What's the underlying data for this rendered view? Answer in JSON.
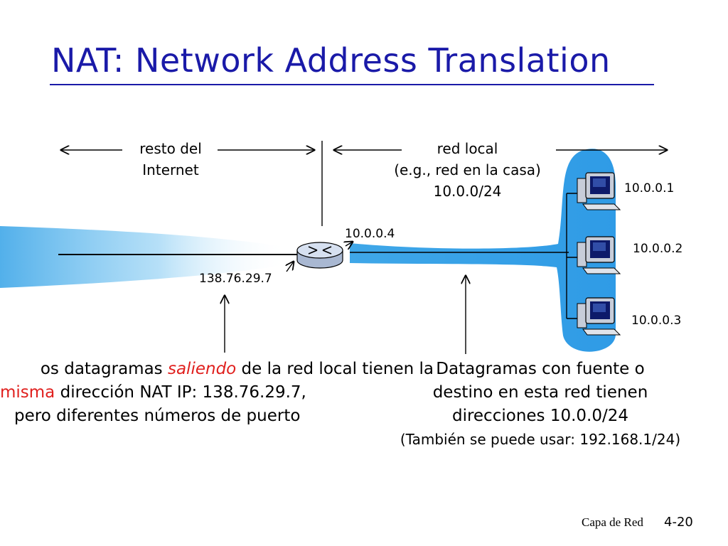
{
  "title": "NAT: Network Address Translation",
  "labels": {
    "rest_of_internet_line1": "resto del",
    "rest_of_internet_line2": "Internet",
    "local_net_line1": "red local",
    "local_net_line2": "(e.g., red en la casa)",
    "local_net_line3": "10.0.0/24"
  },
  "addresses": {
    "router_inside": "10.0.0.4",
    "router_outside": "138.76.29.7",
    "host1": "10.0.0.1",
    "host2": "10.0.0.2",
    "host3": "10.0.0.3"
  },
  "caption_left": {
    "l1_pre": "os datagramas ",
    "l1_em": "saliendo",
    "l1_post": " de la red local tienen la",
    "l2_red": "misma",
    "l2_rest": " dirección NAT IP: 138.76.29.7,",
    "l3": "pero diferentes números de puerto"
  },
  "caption_right": {
    "l1": "Datagramas con fuente o",
    "l2": "destino en esta red tienen",
    "l3": "direcciones 10.0.0/24",
    "l4": "(También se puede usar: 192.168.1/24)"
  },
  "footer": {
    "section": "Capa de Red",
    "page": "4-20"
  },
  "colors": {
    "title": "#1a1aa8",
    "highlight": "#e0201e",
    "cloud": "#3fa7e8"
  }
}
